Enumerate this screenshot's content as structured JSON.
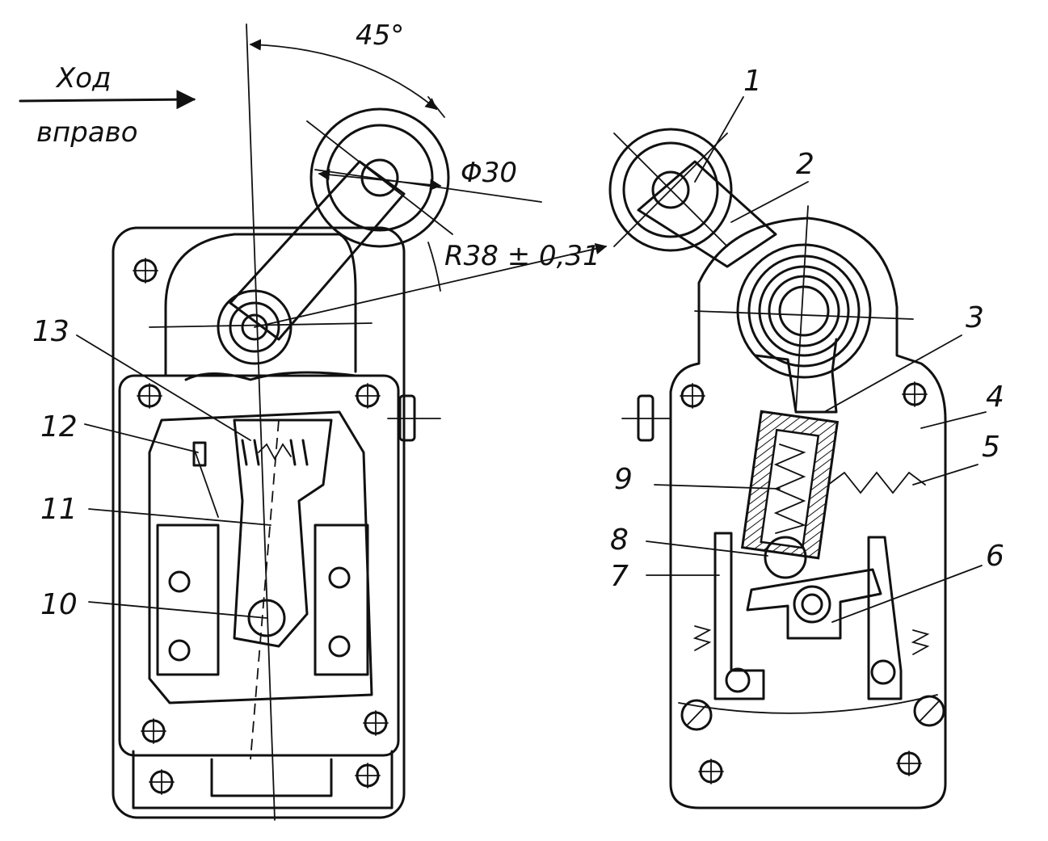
{
  "annotations": {
    "travel_line1": "Ход",
    "travel_line2": "вправо",
    "angle": "45°",
    "diameter": "Φ30",
    "radius": "R38 ± 0,31"
  },
  "callouts": [
    "1",
    "2",
    "3",
    "4",
    "5",
    "6",
    "7",
    "8",
    "9",
    "10",
    "11",
    "12",
    "13"
  ]
}
